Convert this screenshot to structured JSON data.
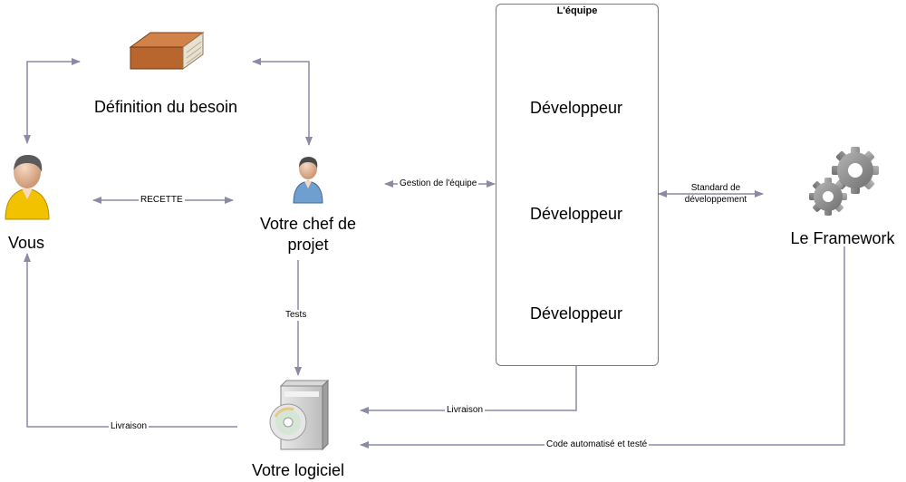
{
  "nodes": {
    "definition": "Définition du besoin",
    "vous": "Vous",
    "chef_line1": "Votre chef de",
    "chef_line2": "projet",
    "logiciel": "Votre logiciel",
    "framework": "Le Framework",
    "team_title": "L'équipe",
    "developers": [
      "Développeur",
      "Développeur",
      "Développeur"
    ]
  },
  "edges": {
    "recette": "RECETTE",
    "gestion": "Gestion de l'équipe",
    "standard_line1": "Standard de",
    "standard_line2": "développement",
    "tests": "Tests",
    "livraison_team": "Livraison",
    "livraison_vous": "Livraison",
    "code": "Code automatisé et testé"
  },
  "icons": {
    "book": "book-icon",
    "vous": "user-icon",
    "chef": "user-icon",
    "developer": "team-users-icon",
    "logiciel": "software-box-icon",
    "framework": "gears-icon"
  },
  "colors": {
    "arrow": "#8a8aa6",
    "box_border": "#7a7a7a",
    "vous_shirt": "#f2c200",
    "chef_shirt": "#6e9fcf",
    "gear": "#8c8c8c",
    "book_cover": "#c0713a"
  }
}
